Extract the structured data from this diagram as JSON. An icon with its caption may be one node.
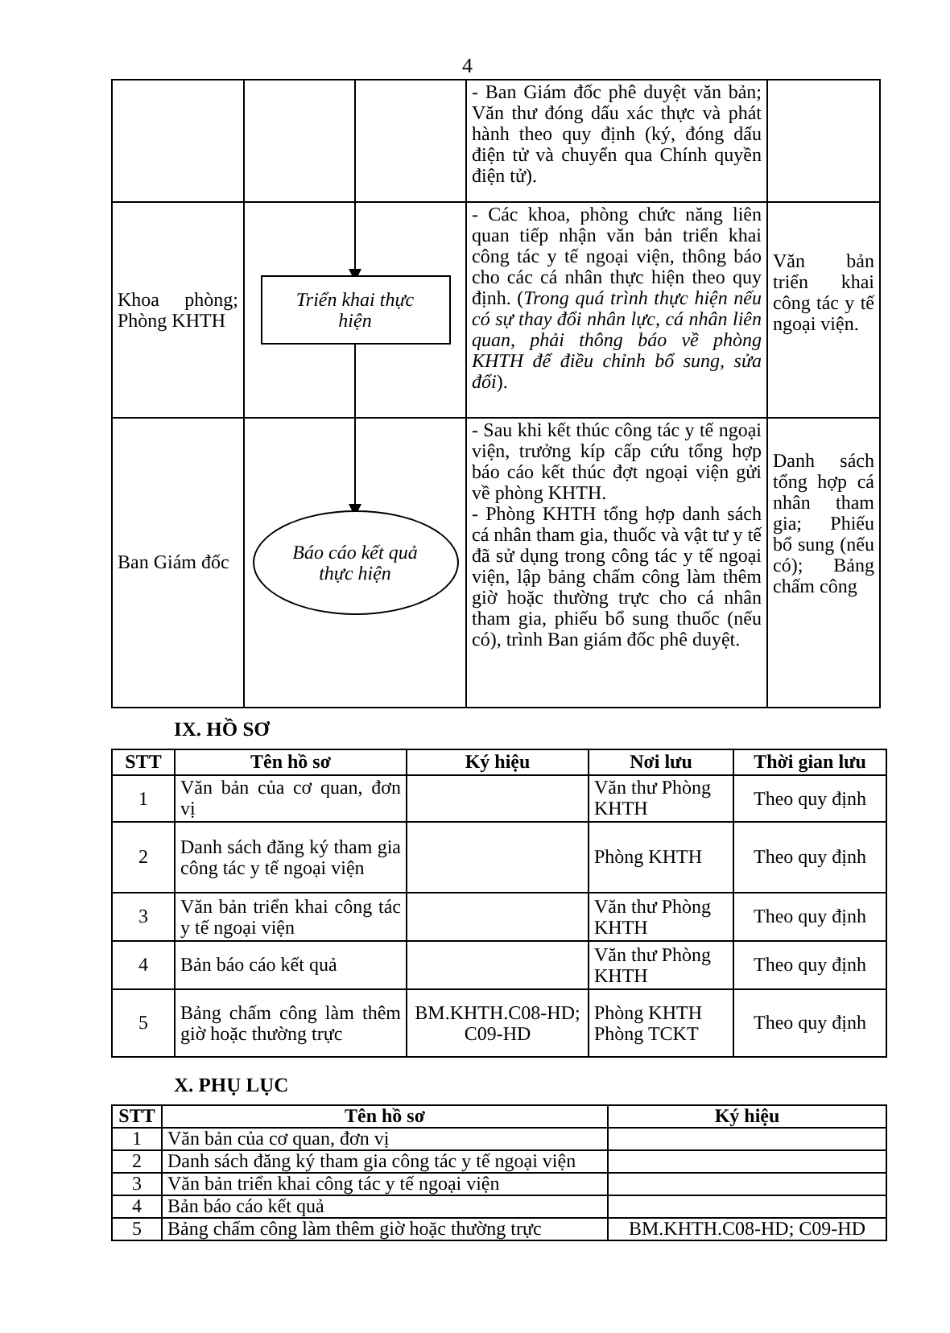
{
  "diagram": {
    "nodes": [
      {
        "text": [
          "Triển khai thực hiện"
        ]
      },
      {
        "text": [
          "Báo cáo kết quả thực hiện"
        ]
      }
    ],
    "edges": [
      {
        "from": null,
        "to": 0,
        "arrow": "to"
      },
      {
        "from": 0,
        "to": 1,
        "arrow": "to"
      }
    ],
    "labels": [
      "4",
      "- Ban Giám đốc phê duyệt văn bản; Văn thư đóng dấu xác thực và phát hành theo quy định (ký, đóng dấu điện tử và chuyển qua Chính quyền điện tử).",
      "Khoa phòng; Phòng KHTH",
      "- Các khoa, phòng chức năng liên quan tiếp nhận văn bản triển khai công tác y tế ngoại viện, thông báo cho các cá nhân thực hiện theo quy định. (*Trong quá trình thực hiện nếu có sự thay đổi nhân lực, cá nhân liên quan, phải thông báo về phòng KHTH để điều chỉnh bổ sung, sửa đổi*).",
      "Văn bản triển khai công tác y tế ngoại viện.",
      "Ban Giám đốc",
      "- Sau khi kết thúc công tác y tế ngoại viện, trưởng kíp cấp cứu tổng hợp báo cáo kết thúc đợt ngoại viện gửi về phòng KHTH.",
      "- Phòng KHTH tổng hợp danh sách cá nhân tham gia, thuốc và vật tư y tế đã sử dụng trong công tác y tế ngoại viện, lập bảng chấm công làm thêm giờ hoặc thường trực cho cá nhân tham gia, phiếu bổ sung thuốc (nếu có), trình Ban giám đốc phê duyệt.",
      "Danh sách tổng hợp cá nhân tham gia; Phiếu bổ sung (nếu có); Bảng chấm công",
      "IX. HỒ SƠ",
      "STT",
      "Tên hồ sơ",
      "Ký hiệu",
      "Nơi lưu",
      "Thời gian lưu",
      "1",
      "Văn bản của cơ quan, đơn vị",
      "Văn thư Phòng KHTH",
      "Theo quy định",
      "2",
      "Danh sách đăng ký tham gia công tác y tế ngoại viện",
      "Phòng KHTH",
      "Theo quy định",
      "3",
      "Văn bản triển khai công tác y tế ngoại viện",
      "Văn thư Phòng KHTH",
      "Theo quy định",
      "4",
      "Bản báo cáo kết quả",
      "Văn thư Phòng KHTH",
      "Theo quy định",
      "5",
      "Bảng chấm công làm thêm giờ hoặc thường trực",
      "BM.KHTH.C08-HD; C09-HD",
      "Phòng KHTH Phòng TCKT",
      "Theo quy định",
      "X. PHỤ LỤC",
      "STT",
      "Tên hồ sơ",
      "Ký hiệu",
      "1",
      "Văn bản của cơ quan, đơn vị",
      "2",
      "Danh sách đăng ký tham gia công tác y tế ngoại viện",
      "3",
      "Văn bản triển khai công tác y tế ngoại viện",
      "4",
      "Bản báo cáo kết quả",
      "5",
      "Bảng chấm công làm thêm giờ hoặc thường trực",
      "BM.KHTH.C08-HD; C09-HD"
    ]
  }
}
